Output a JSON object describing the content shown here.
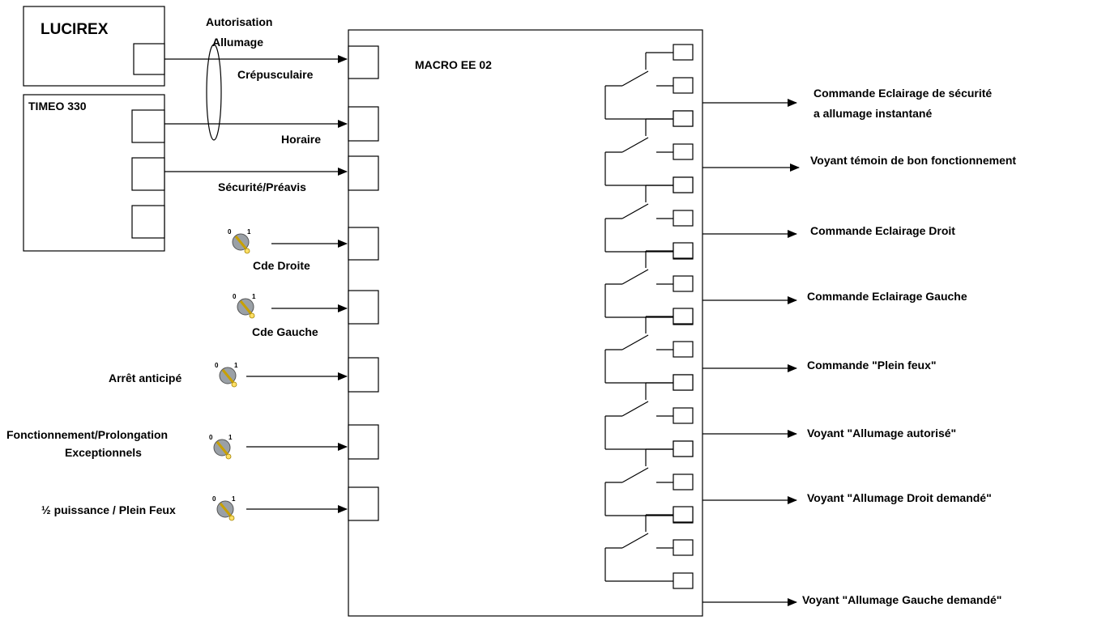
{
  "devices": {
    "lucirex": "LUCIREX",
    "timeo": "TIMEO 330",
    "macro": "MACRO EE 02"
  },
  "inputs": {
    "authorisation_line1": "Autorisation",
    "authorisation_line2": "Allumage",
    "crepusculaire": "Crépusculaire",
    "horaire": "Horaire",
    "securite": "Sécurité/Préavis",
    "cde_droite": "Cde  Droite",
    "cde_gauche": "Cde  Gauche",
    "arret": "Arrêt anticipé",
    "fonctionnement_line1": "Fonctionnement/Prolongation",
    "fonctionnement_line2": "Exceptionnels",
    "puissance": "½ puissance / Plein Feux"
  },
  "switch_marks": {
    "off": "0",
    "on": "1"
  },
  "outputs": {
    "out1_line1": "Commande Eclairage de sécurité",
    "out1_line2": "a allumage instantané",
    "out2": "Voyant témoin de bon fonctionnement",
    "out3": "Commande Eclairage Droit",
    "out4": "Commande Eclairage Gauche",
    "out5": "Commande \"Plein feux\"",
    "out6": "Voyant \"Allumage autorisé\"",
    "out7": "Voyant \"Allumage Droit demandé\"",
    "out8": "Voyant \"Allumage Gauche demandé\""
  }
}
